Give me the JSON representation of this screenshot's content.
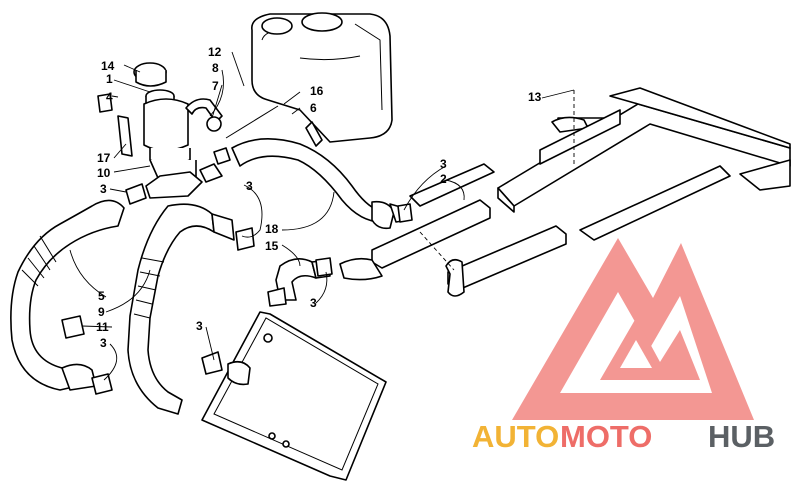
{
  "diagram": {
    "callouts": [
      {
        "id": "c14",
        "label": "14"
      },
      {
        "id": "c1",
        "label": "1"
      },
      {
        "id": "c4",
        "label": "4"
      },
      {
        "id": "c17",
        "label": "17"
      },
      {
        "id": "c10",
        "label": "10"
      },
      {
        "id": "c3a",
        "label": "3"
      },
      {
        "id": "c8",
        "label": "8"
      },
      {
        "id": "c7",
        "label": "7"
      },
      {
        "id": "c12",
        "label": "12"
      },
      {
        "id": "c16",
        "label": "16"
      },
      {
        "id": "c6",
        "label": "6"
      },
      {
        "id": "c13",
        "label": "13"
      },
      {
        "id": "c3b",
        "label": "3"
      },
      {
        "id": "c2",
        "label": "2"
      },
      {
        "id": "c3c",
        "label": "3"
      },
      {
        "id": "c18",
        "label": "18"
      },
      {
        "id": "c15",
        "label": "15"
      },
      {
        "id": "c3d",
        "label": "3"
      },
      {
        "id": "c5",
        "label": "5"
      },
      {
        "id": "c9",
        "label": "9"
      },
      {
        "id": "c11",
        "label": "11"
      },
      {
        "id": "c3e",
        "label": "3"
      },
      {
        "id": "c3f",
        "label": "3"
      }
    ]
  },
  "watermark": {
    "text_auto": "AUTO",
    "text_moto": "MOTO",
    "text_hub": "HUB",
    "colors": {
      "auto": "#f2b335",
      "moto": "#ee6d68",
      "hub": "#5b6064",
      "logo": "#f28c88"
    }
  }
}
